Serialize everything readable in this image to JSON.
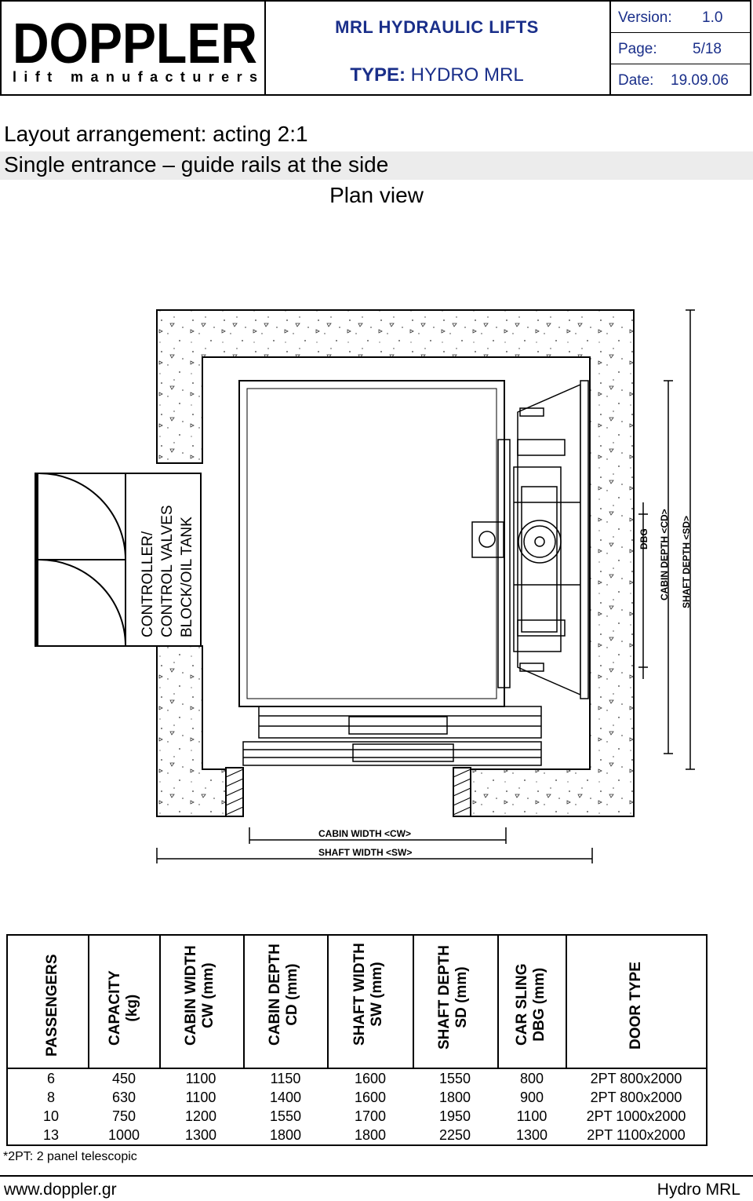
{
  "header": {
    "logo_word": "DOPPLER",
    "logo_tagline": "lift manufacturers",
    "title": "MRL HYDRAULIC LIFTS",
    "type_label": "TYPE:",
    "type_value": "HYDRO MRL",
    "version_label": "Version:",
    "version_value": "1.0",
    "page_label": "Page:",
    "page_value": "5/18",
    "date_label": "Date:",
    "date_value": "19.09.06"
  },
  "titles": {
    "line1": "Layout arrangement: acting 2:1",
    "line2": "Single entrance – guide rails at the side",
    "line3": "Plan view"
  },
  "drawing": {
    "machine_room_label_1": "CONTROLLER/",
    "machine_room_label_2": "CONTROL VALVES",
    "machine_room_label_3": "BLOCK/OIL TANK",
    "dbg_label": "DBG",
    "cabin_depth_label": "CABIN DEPTH <CD>",
    "shaft_depth_label": "SHAFT DEPTH <SD>",
    "cabin_width_label": "CABIN WIDTH <CW>",
    "shaft_width_label": "SHAFT WIDTH <SW>"
  },
  "table": {
    "headers": [
      [
        "PASSENGERS"
      ],
      [
        "CAPACITY",
        "(kg)"
      ],
      [
        "CABIN WIDTH",
        "CW (mm)"
      ],
      [
        "CABIN DEPTH",
        "CD (mm)"
      ],
      [
        "SHAFT WIDTH",
        "SW (mm)"
      ],
      [
        "SHAFT DEPTH",
        "SD (mm)"
      ],
      [
        "CAR SLING",
        "DBG (mm)"
      ],
      [
        "DOOR TYPE"
      ]
    ],
    "rows": [
      [
        "6",
        "450",
        "1100",
        "1150",
        "1600",
        "1550",
        "800",
        "2PT 800x2000"
      ],
      [
        "8",
        "630",
        "1100",
        "1400",
        "1600",
        "1800",
        "900",
        "2PT 800x2000"
      ],
      [
        "10",
        "750",
        "1200",
        "1550",
        "1700",
        "1950",
        "1100",
        "2PT 1000x2000"
      ],
      [
        "13",
        "1000",
        "1300",
        "1800",
        "1800",
        "2250",
        "1300",
        "2PT 1100x2000"
      ]
    ],
    "footnote": "*2PT: 2 panel telescopic"
  },
  "footer": {
    "website": "www.doppler.gr",
    "product": "Hydro MRL"
  }
}
